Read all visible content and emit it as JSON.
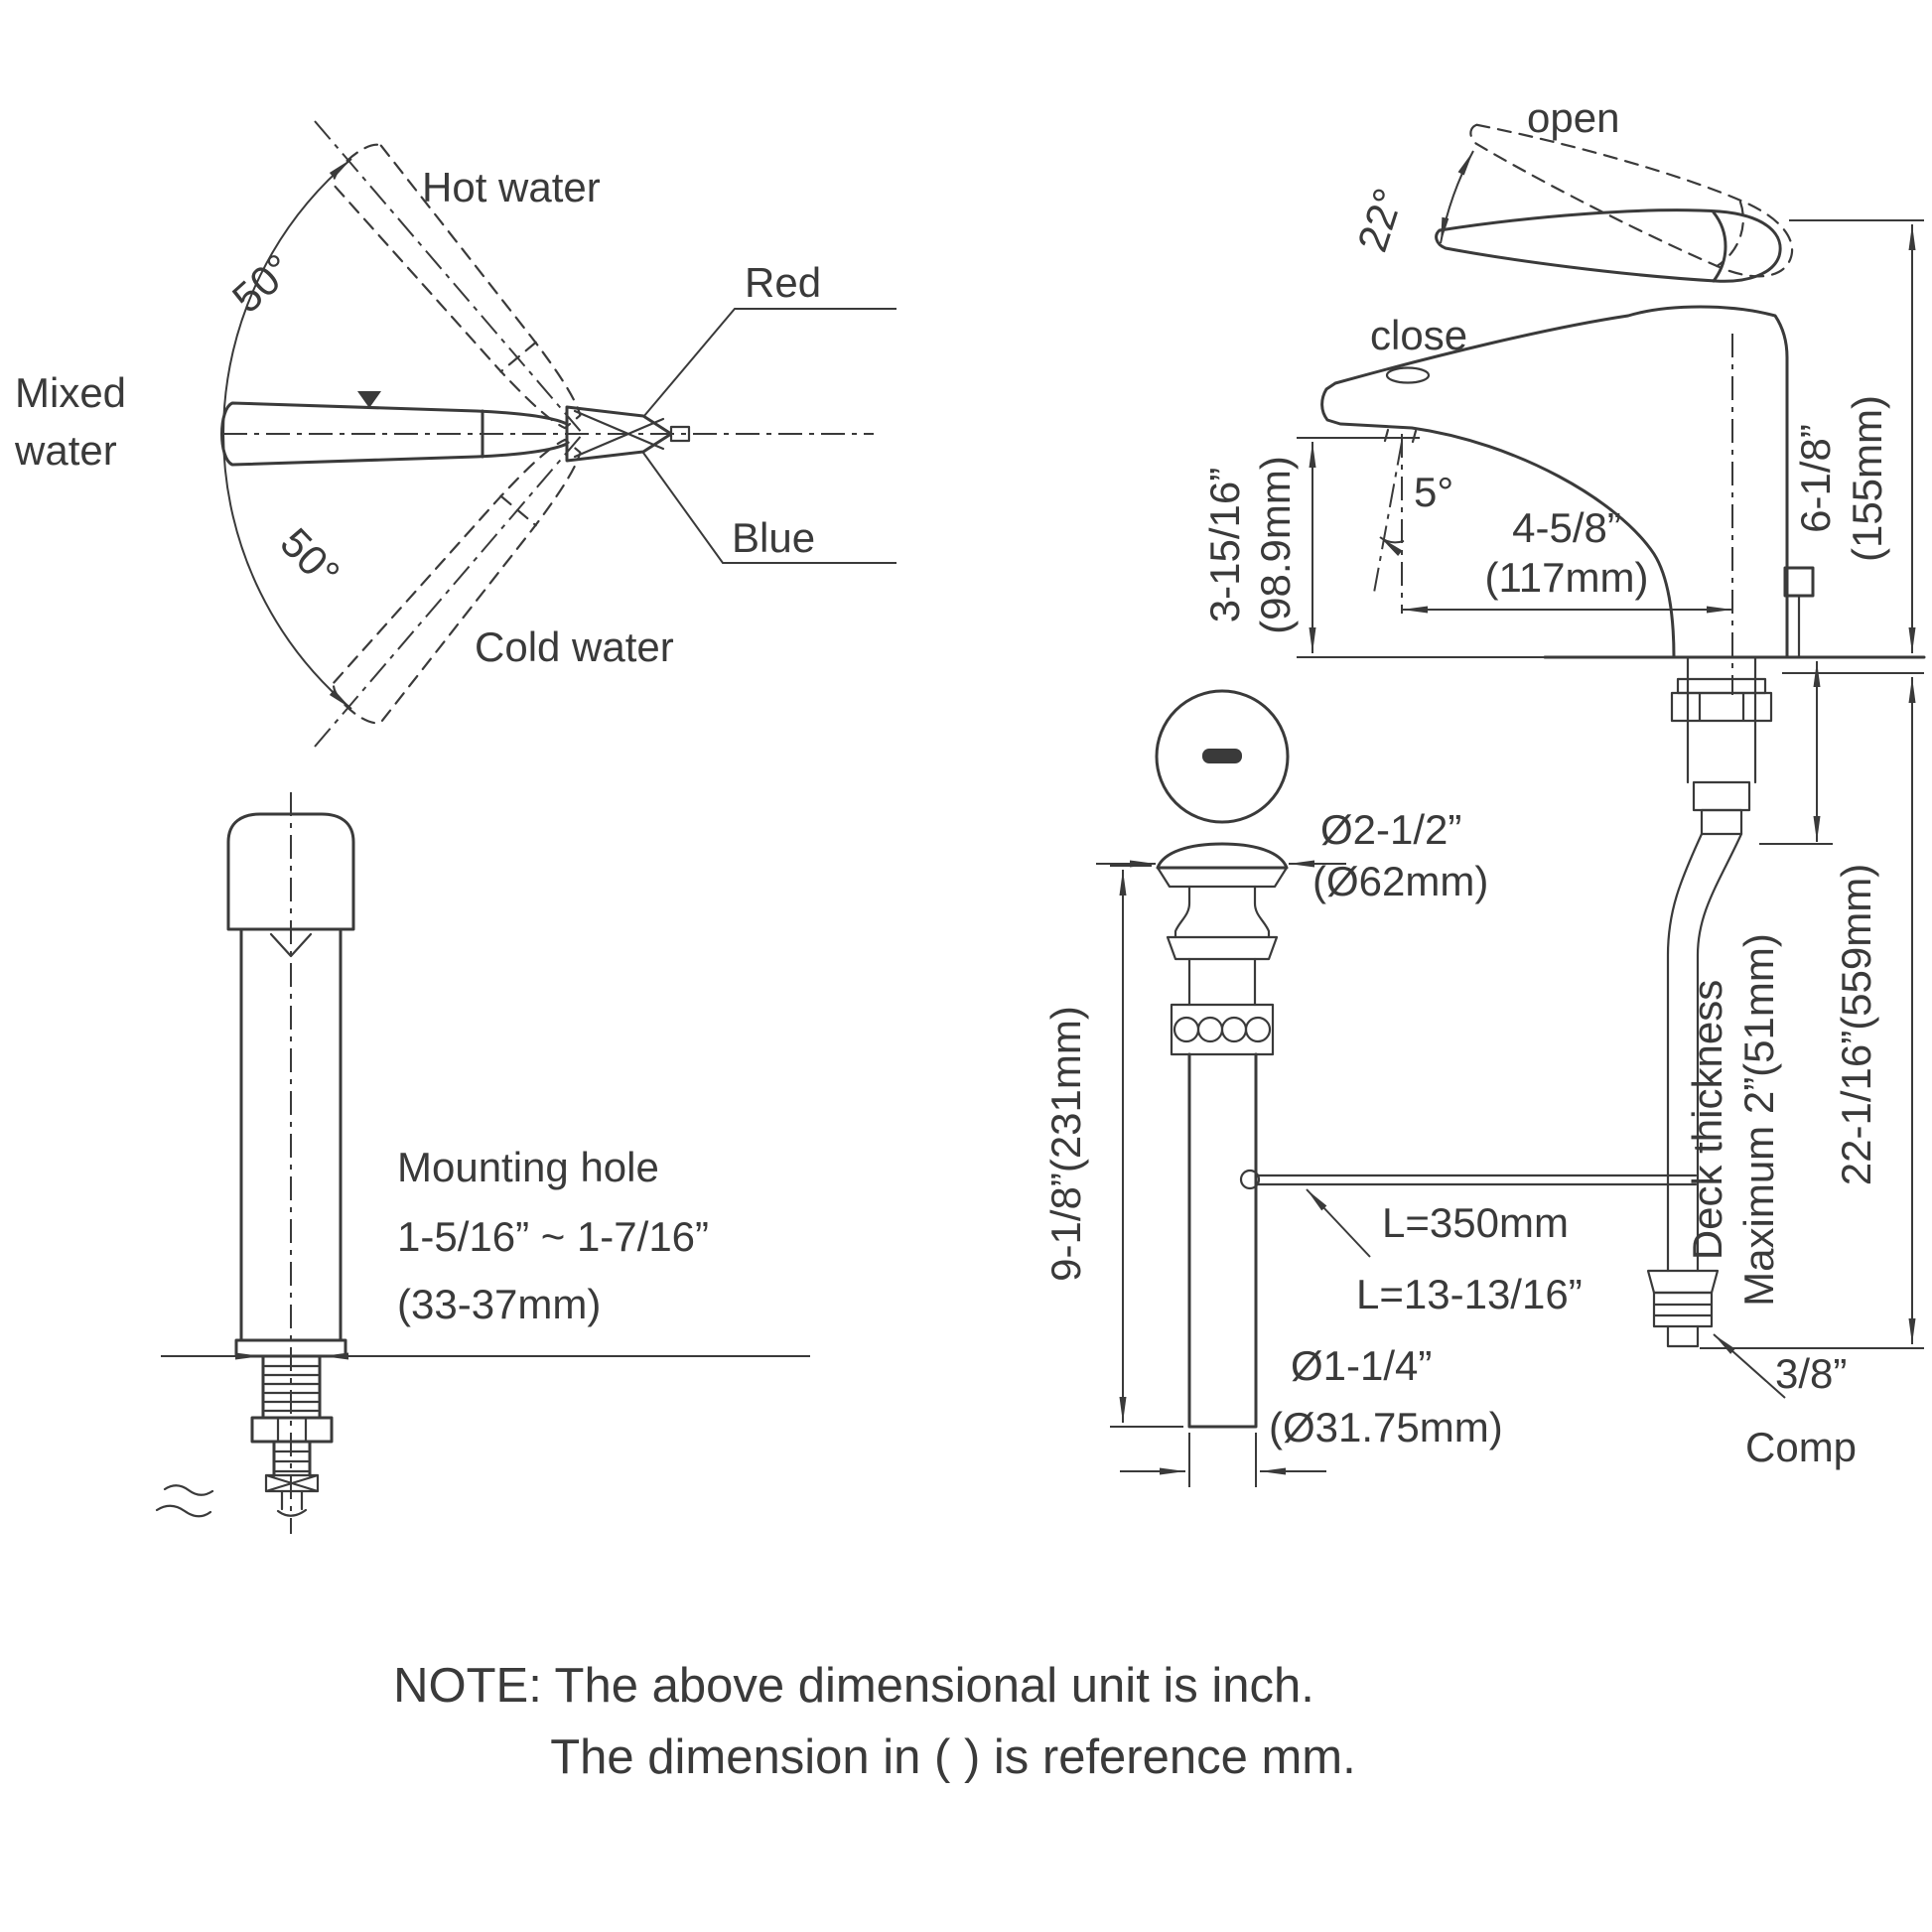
{
  "colors": {
    "ink": "#3a3a3a",
    "background": "#ffffff"
  },
  "handle_rotation_view": {
    "hot_water_label": "Hot water",
    "cold_water_label": "Cold water",
    "mixed_water_label_line1": "Mixed",
    "mixed_water_label_line2": "water",
    "red_indicator_label": "Red",
    "blue_indicator_label": "Blue",
    "hot_swing_angle": "50°",
    "cold_swing_angle": "50°"
  },
  "front_view": {
    "mounting_hole_label": "Mounting hole",
    "mounting_hole_range_in": "1-5/16” ~ 1-7/16”",
    "mounting_hole_range_mm": "(33-37mm)"
  },
  "side_view": {
    "open_label": "open",
    "close_label": "close",
    "handle_open_angle": "22°",
    "spout_angle": "5°",
    "spout_height_in": "3-15/16”",
    "spout_height_mm": "(98.9mm)",
    "spout_reach_in": "4-5/8”",
    "spout_reach_mm": "(117mm)",
    "overall_height_in": "6-1/8”",
    "overall_height_mm": "(155mm)",
    "drain_flange_diameter_in": "Ø2-1/2”",
    "drain_flange_diameter_mm": "(Ø62mm)",
    "tailpiece_length": "9-1/8”(231mm)",
    "deck_thickness_line1": "Deck thickness",
    "deck_thickness_line2": "Maximum 2”(51mm)",
    "supply_length": "22-1/16”(559mm)",
    "rod_length_mm": "L=350mm",
    "rod_length_in": "L=13-13/16”",
    "tailpiece_diameter_in": "Ø1-1/4”",
    "tailpiece_diameter_mm": "(Ø31.75mm)",
    "supply_connection_size": "3/8”",
    "supply_connection_type": "Comp"
  },
  "note": {
    "line1": "NOTE: The above dimensional unit is inch.",
    "line2": "The dimension in ( ) is reference mm."
  }
}
